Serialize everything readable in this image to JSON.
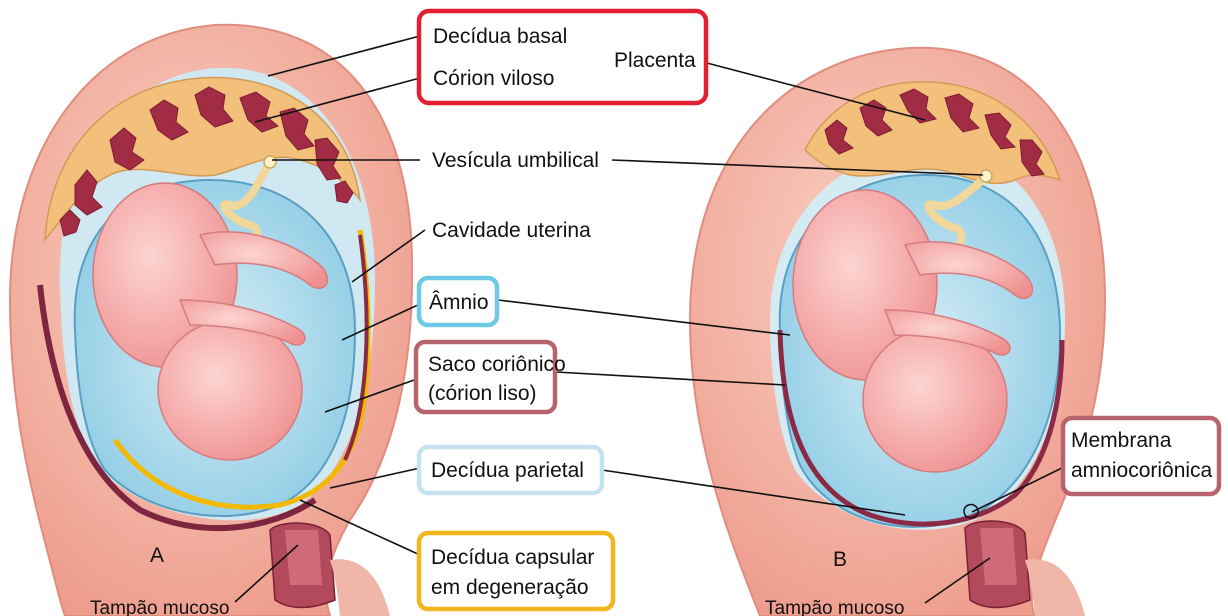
{
  "labels": {
    "decidua_basal": "Decídua basal",
    "corion_viloso": "Córion viloso",
    "placenta": "Placenta",
    "vesicula_umbilical": "Vesícula umbilical",
    "cavidade_uterina": "Cavidade uterina",
    "amnio": "Âmnio",
    "saco_corionico_line1": "Saco coriônico",
    "saco_corionico_line2": "(córion liso)",
    "decidua_parietal": "Decídua parietal",
    "decidua_capsular_line1": "Decídua capsular",
    "decidua_capsular_line2": "em degeneração",
    "membrana_line1": "Membrana",
    "membrana_line2": "amniocoriônica",
    "tampao_mucoso_a": "Tampão mucoso",
    "tampao_mucoso_b": "Tampão mucoso"
  },
  "panels": {
    "a": "A",
    "b": "B"
  },
  "colors": {
    "red_box": "#e3202f",
    "cyan_box": "#6fc9e6",
    "mauve_box": "#b8646d",
    "light_cyan_box": "#c5e3ee",
    "yellow_box": "#f2b51c",
    "uterus": "#f3b3a2",
    "amniotic_fluid": "#a9d8ea",
    "placenta_tissue": "#9a2a3e",
    "fetus": "#f4a9a6"
  }
}
